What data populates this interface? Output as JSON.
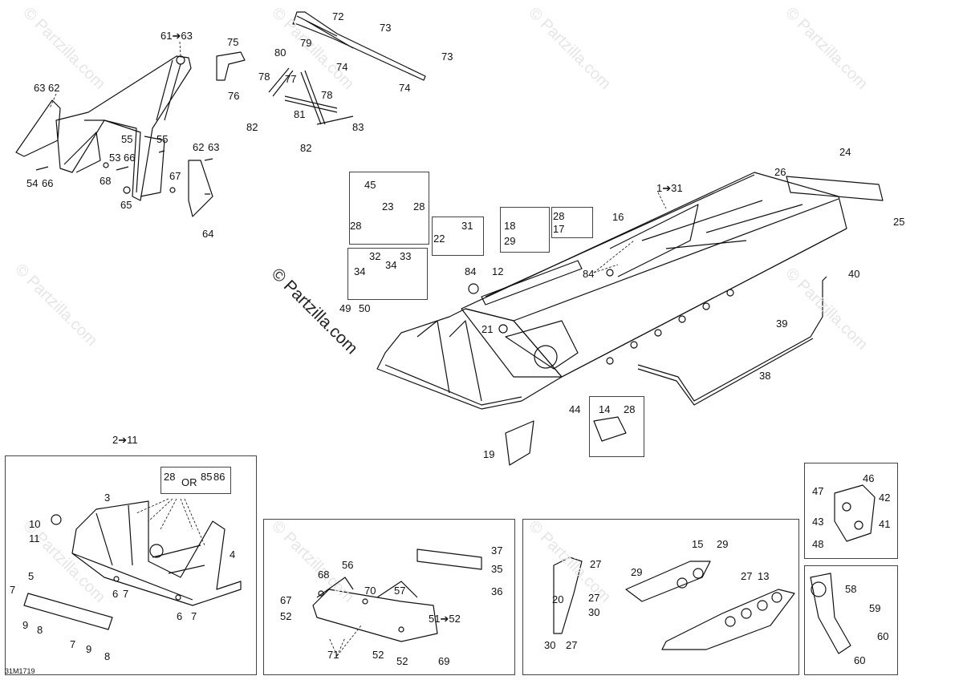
{
  "watermark": {
    "faint_text": "© Partzilla.com",
    "main_text": "© Partzilla.com"
  },
  "drawing_code": "31M1719",
  "callouts": {
    "c1": "61➔63",
    "c2": "63",
    "c3": "62",
    "c4": "55",
    "c5": "55",
    "c6": "53",
    "c7": "66",
    "c8": "54",
    "c9": "66",
    "c10": "68",
    "c11": "67",
    "c12": "65",
    "c13": "62",
    "c14": "63",
    "c15": "64",
    "c16": "75",
    "c17": "80",
    "c18": "79",
    "c19": "78",
    "c20": "77",
    "c21": "76",
    "c22": "81",
    "c23": "78",
    "c24": "82",
    "c25": "83",
    "c26": "82",
    "c27": "72",
    "c28": "73",
    "c29": "74",
    "c30": "73",
    "c31": "74",
    "c32": "1➔31",
    "c33": "24",
    "c34": "26",
    "c35": "25",
    "c36": "16",
    "c37": "84",
    "c38": "12",
    "c39": "84",
    "c40": "40",
    "c41": "39",
    "c42": "38",
    "c43": "21",
    "c44": "44",
    "c45": "19",
    "c46": "49",
    "c47": "50",
    "c48": "45",
    "c49": "28",
    "c50": "23",
    "c51": "28",
    "c52": "31",
    "c53": "22",
    "c54": "18",
    "c55": "29",
    "c56": "28",
    "c57": "17",
    "c58": "32",
    "c59": "34",
    "c60": "33",
    "c61": "34",
    "c62": "14",
    "c63": "28",
    "c64": "2➔11",
    "c65": "28",
    "c66": "OR",
    "c67": "85",
    "c68": "86",
    "c69": "3",
    "c70": "10",
    "c71": "11",
    "c72": "4",
    "c73": "6",
    "c74": "7",
    "c75": "6",
    "c76": "7",
    "c77": "5",
    "c78": "7",
    "c79": "9",
    "c80": "8",
    "c81": "7",
    "c82": "9",
    "c83": "8",
    "c84": "56",
    "c85": "68",
    "c86": "70",
    "c87": "57",
    "c88": "67",
    "c89": "52",
    "c90": "51➔52",
    "c91": "71",
    "c92": "52",
    "c93": "52",
    "c94": "69",
    "c95": "37",
    "c96": "35",
    "c97": "36",
    "c98": "27",
    "c99": "27",
    "c100": "20",
    "c101": "30",
    "c102": "30",
    "c103": "27",
    "c104": "15",
    "c105": "29",
    "c106": "29",
    "c107": "27",
    "c108": "13",
    "c109": "46",
    "c110": "47",
    "c111": "42",
    "c112": "43",
    "c113": "41",
    "c114": "48",
    "c115": "58",
    "c116": "59",
    "c117": "60",
    "c118": "60"
  }
}
